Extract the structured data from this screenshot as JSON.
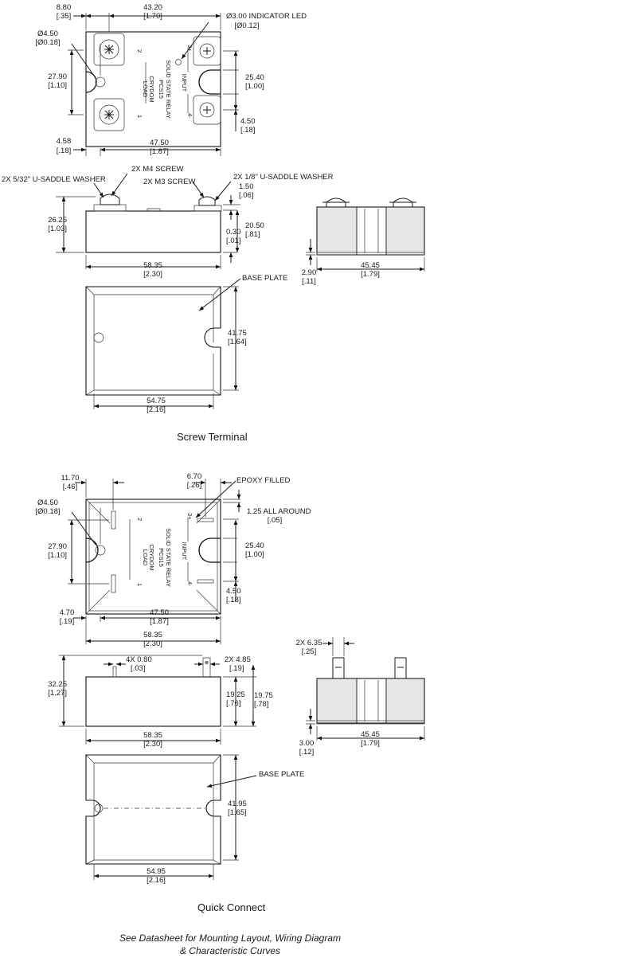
{
  "screw": {
    "top": {
      "d880": "8.80",
      "d880in": "[.35]",
      "d4320": "43.20",
      "d4320in": "[1.70]",
      "led": "Ø3.00 INDICATOR LED",
      "ledin": "[Ø0.12]",
      "hole": "Ø4.50",
      "holein": "[Ø0.18]",
      "d2790": "27.90",
      "d2790in": "[1.10]",
      "d2540": "25.40",
      "d2540in": "[1.00]",
      "d450": "4.50",
      "d450in": "[.18]",
      "d458": "4.58",
      "d458in": "[.18]",
      "d4750": "47.50",
      "d4750in": "[1.87]"
    },
    "side": {
      "washer532": "2X 5/32\" U-SADDLE WASHER",
      "m4": "2X M4 SCREW",
      "m3": "2X M3 SCREW",
      "washer18": "2X 1/8\" U-SADDLE WASHER",
      "d150": "1.50",
      "d150in": "[.06]",
      "d2625": "26.25",
      "d2625in": "[1.03]",
      "d2050": "20.50",
      "d2050in": "[.81]",
      "d030": "0.30",
      "d030in": "[.01]",
      "d5835": "58.35",
      "d5835in": "[2.30]"
    },
    "end": {
      "d290": "2.90",
      "d290in": "[.11]",
      "d4545": "45.45",
      "d4545in": "[1.79]"
    },
    "base": {
      "label": "BASE PLATE",
      "d4175": "41.75",
      "d4175in": "[1.64]",
      "d5475": "54.75",
      "d5475in": "[2.16]"
    },
    "caption": "Screw Terminal"
  },
  "quick": {
    "top": {
      "d1170": "11.70",
      "d1170in": "[.46]",
      "d670": "6.70",
      "d670in": "[.26]",
      "epoxy": "EPOXY FILLED",
      "around": "1.25 ALL AROUND",
      "aroundin": "[.05]",
      "hole": "Ø4.50",
      "holein": "[Ø0.18]",
      "d2790": "27.90",
      "d2790in": "[1.10]",
      "d2540": "25.40",
      "d2540in": "[1.00]",
      "d450": "4.50",
      "d450in": "[.18]",
      "d470": "4.70",
      "d470in": "[.19]",
      "d4750": "47.50",
      "d4750in": "[1.87]",
      "d5835": "58.35",
      "d5835in": "[2.30]"
    },
    "side": {
      "d080": "4X 0.80",
      "d080in": "[.03]",
      "d485": "2X 4.85",
      "d485in": "[.19]",
      "d3225": "32.25",
      "d3225in": "[1.27]",
      "d1925": "19.25",
      "d1925in": "[.76]",
      "d1975": "19.75",
      "d1975in": "[.78]",
      "d5835": "58.35",
      "d5835in": "[2.30]"
    },
    "end": {
      "d635": "2X 6.35",
      "d635in": "[.25]",
      "d300": "3.00",
      "d300in": "[.12]",
      "d4545": "45.45",
      "d4545in": "[1.79]"
    },
    "base": {
      "label": "BASE PLATE",
      "d4195": "41.95",
      "d4195in": "[1.65]",
      "d5495": "54.95",
      "d5495in": "[2.16]"
    },
    "caption": "Quick Connect"
  },
  "relay_markings": {
    "model": "PCS15",
    "type": "SOLID STATE RELAY",
    "load": "LOAD",
    "input": "INPUT",
    "brand": "CRYDOM",
    "t1": "1",
    "t2": "2",
    "t3": "3+",
    "t4": "4-"
  },
  "footer": {
    "line1": "See Datasheet for Mounting Layout, Wiring Diagram",
    "line2": "& Characteristic Curves"
  }
}
